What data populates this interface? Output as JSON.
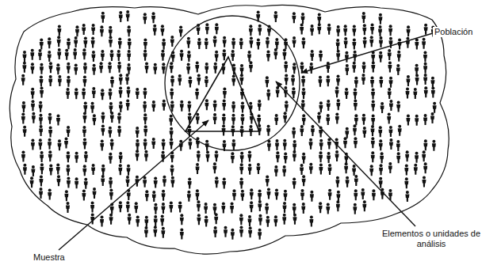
{
  "diagram": {
    "labels": [
      "Población",
      "Muestra",
      "Elementos o unidades de análisis"
    ]
  }
}
